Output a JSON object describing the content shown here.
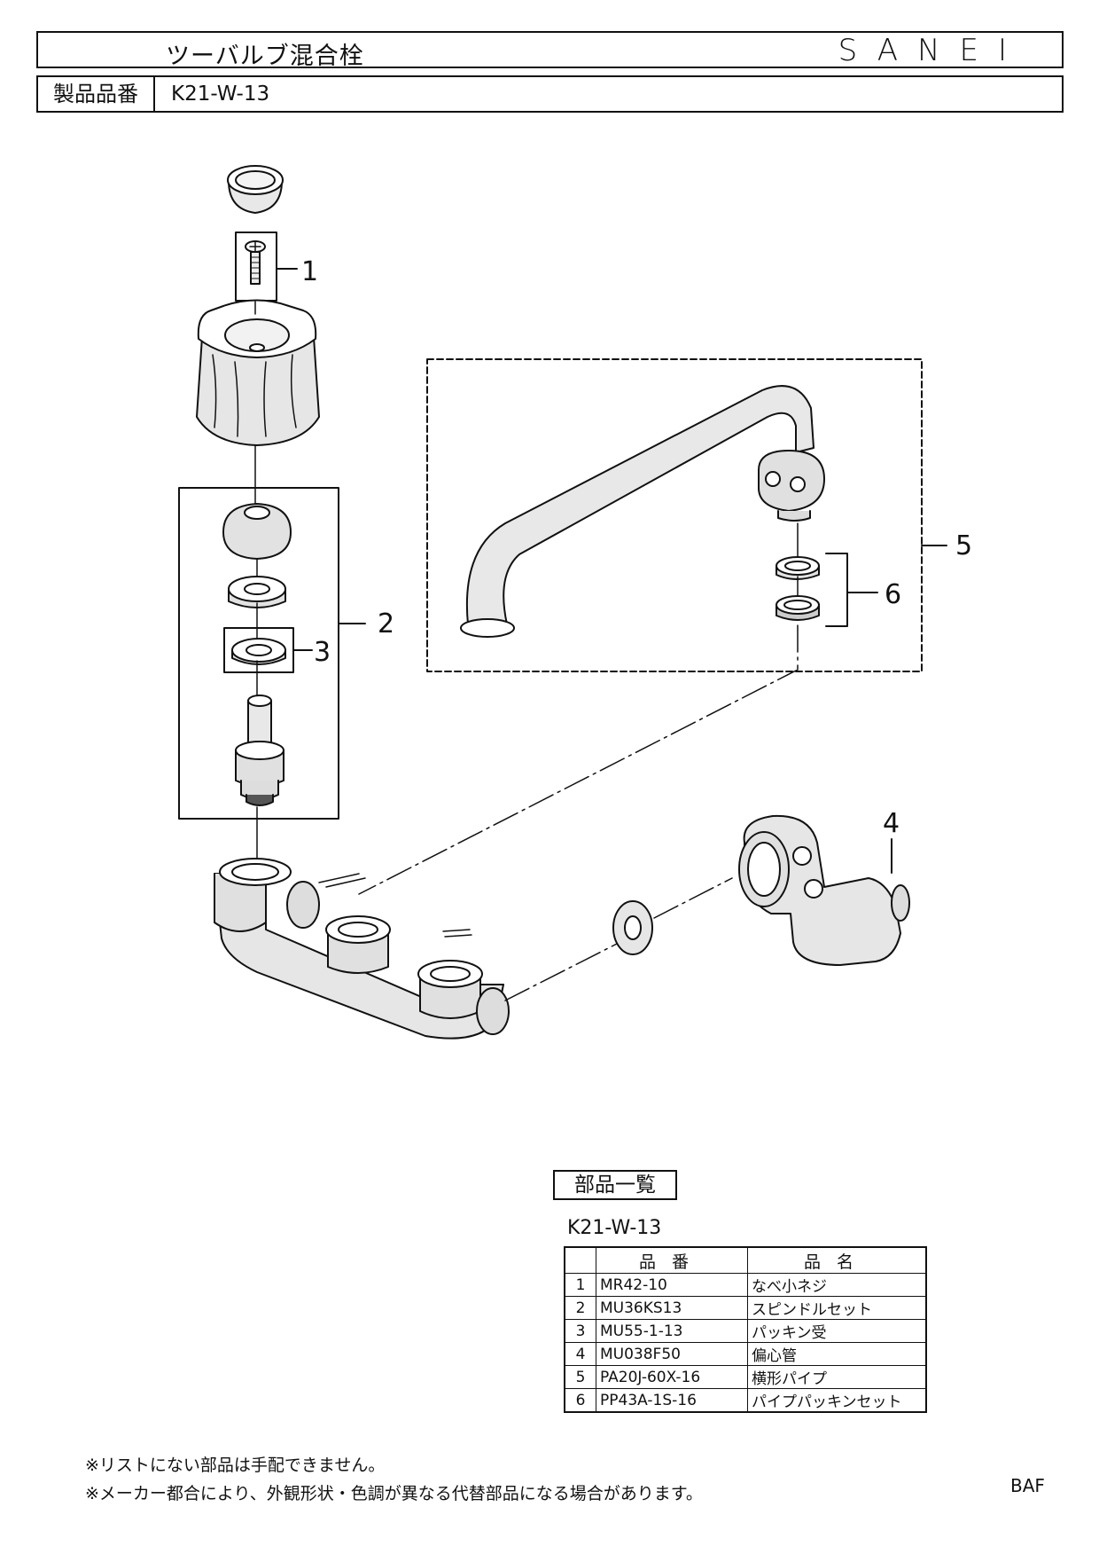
{
  "header": {
    "title": "ツーバルブ混合栓",
    "brand": "SANEI",
    "model_label": "製品品番",
    "model_value": "K21-W-13"
  },
  "callouts": [
    "1",
    "2",
    "3",
    "4",
    "5",
    "6"
  ],
  "parts": {
    "title": "部品一覧",
    "model": "K21-W-13",
    "headers": {
      "part_no": "品番",
      "part_name": "品名"
    },
    "rows": [
      {
        "no": "1",
        "part_no": "MR42-10",
        "name": "なべ小ネジ"
      },
      {
        "no": "2",
        "part_no": "MU36KS13",
        "name": "スピンドルセット"
      },
      {
        "no": "3",
        "part_no": "MU55-1-13",
        "name": "パッキン受"
      },
      {
        "no": "4",
        "part_no": "MU038F50",
        "name": "偏心管"
      },
      {
        "no": "5",
        "part_no": "PA20J-60X-16",
        "name": "横形パイプ"
      },
      {
        "no": "6",
        "part_no": "PP43A-1S-16",
        "name": "パイプパッキンセット"
      }
    ]
  },
  "notes": [
    "※リストにない部品は手配できません。",
    "※メーカー都合により、外観形状・色調が異なる代替部品になる場合があります。"
  ],
  "doc_code": "BAF"
}
